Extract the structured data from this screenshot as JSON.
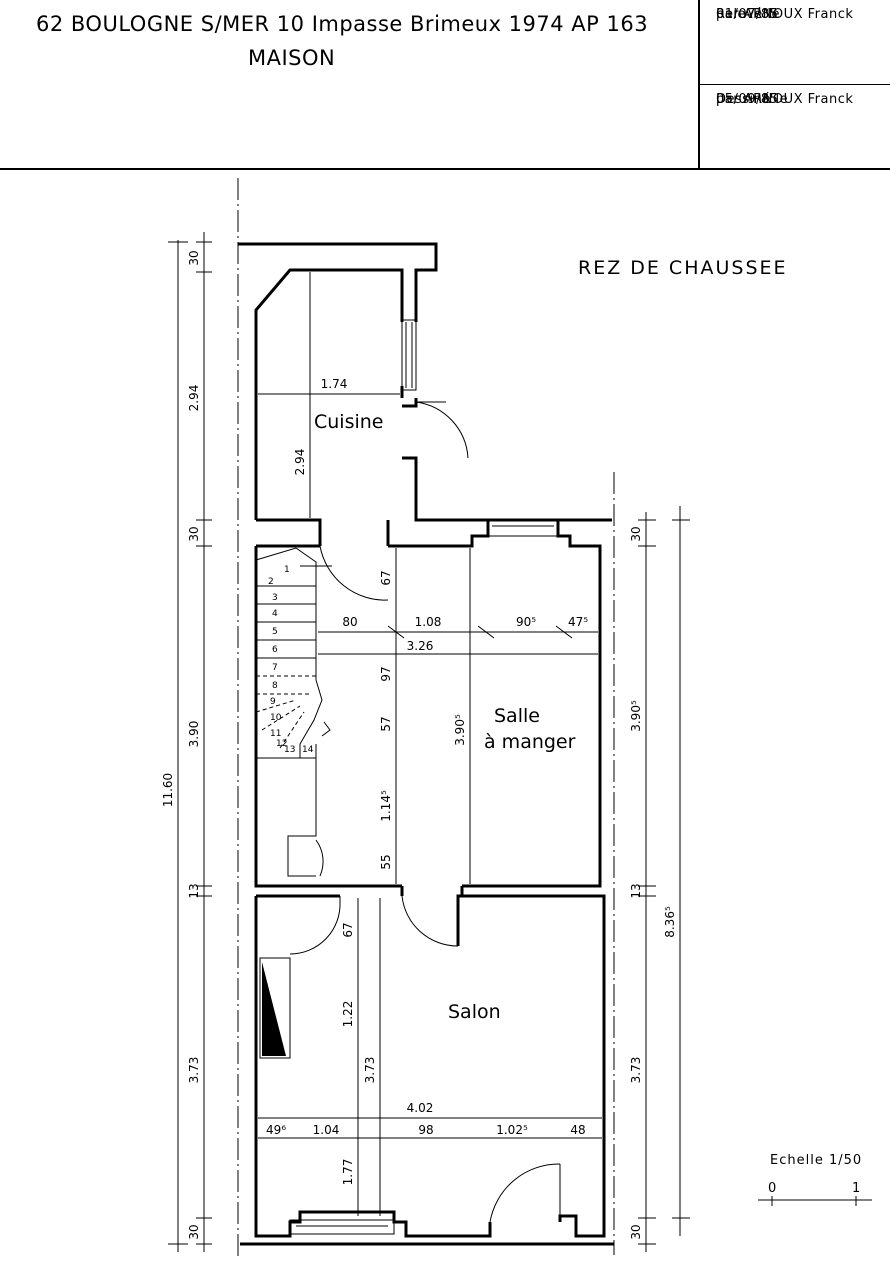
{
  "header": {
    "title_line1": "62 BOULOGNE S/MER 10 Impasse Brimeux 1974 AP 163",
    "title_line2": "MAISON",
    "releve_label": "Relevé le",
    "releve_date": "01/07/85",
    "releve_by": "par ARNOUX Franck",
    "dessine_label": "Dessiné le",
    "dessine_date": "05/09/85",
    "dessine_by": "par ARNOUX Franck"
  },
  "plan": {
    "level_title": "REZ DE CHAUSSEE",
    "rooms": {
      "cuisine": "Cuisine",
      "salle_line1": "Salle",
      "salle_line2": "à manger",
      "salon": "Salon"
    },
    "left_dims": {
      "top": "30",
      "cuisine": "2.94",
      "mid1": "30",
      "salle": "3.90",
      "mid2": "13",
      "salon": "3.73",
      "bottom": "30",
      "total": "11.60"
    },
    "right_dims": {
      "top": "30",
      "salle": "3.90⁵",
      "mid": "13",
      "salon": "3.73",
      "bottom": "30",
      "total": "8.36⁵"
    },
    "cuisine_dims": {
      "width": "1.74",
      "height": "2.94"
    },
    "salle_dims": {
      "w80": "80",
      "w108": "1.08",
      "w905": "90⁵",
      "w475": "47⁵",
      "w326": "3.26",
      "h67": "67",
      "h97": "97",
      "h57": "57",
      "h114": "1.14⁵",
      "h55": "55",
      "h3905": "3.90⁵"
    },
    "salon_dims": {
      "h67": "67",
      "h122": "1.22",
      "h373": "3.73",
      "h177": "1.77",
      "w402": "4.02",
      "w496": "49⁶",
      "w104": "1.04",
      "w98": "98",
      "w1025": "1.02⁵",
      "w48": "48"
    },
    "stair_steps": [
      "1",
      "2",
      "3",
      "4",
      "5",
      "6",
      "7",
      "8",
      "9",
      "10",
      "11",
      "12",
      "13",
      "14"
    ]
  },
  "scale": {
    "label": "Echelle 1/50",
    "zero": "0",
    "one": "1"
  }
}
